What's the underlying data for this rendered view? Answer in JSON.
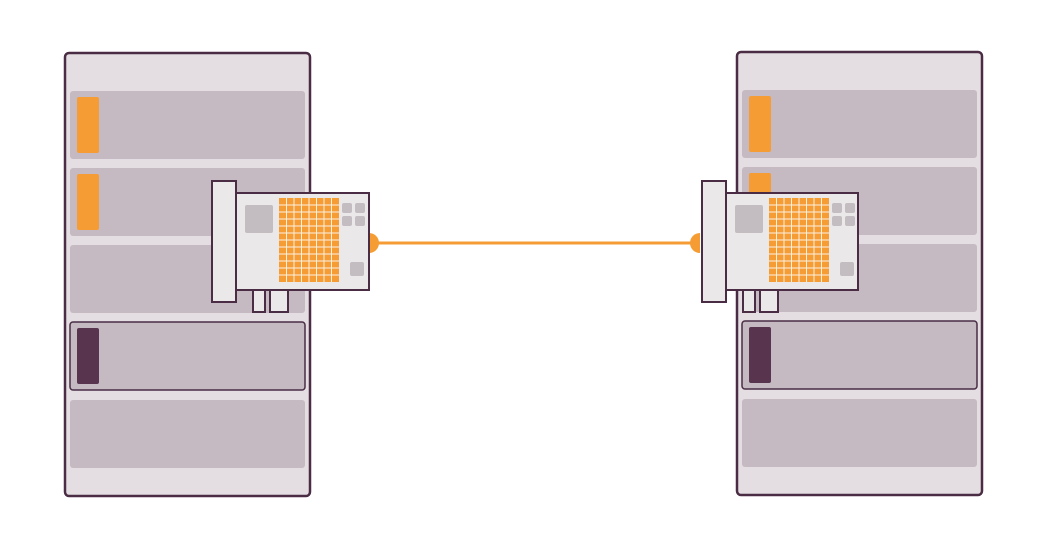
{
  "colors": {
    "background": "#ffffff",
    "outline": "#4a2d44",
    "cabinet": "#e4dee2",
    "slot": "#c5bac2",
    "accent": "#f59c35",
    "dark_led": "#58344f",
    "card_body": "#ebe8ea",
    "chip": "#c3bcc0"
  },
  "servers": [
    {
      "name": "left",
      "slots": [
        {
          "led": "accent",
          "selected": false
        },
        {
          "led": "accent",
          "selected": false
        },
        {
          "led": "none",
          "selected": false
        },
        {
          "led": "dark",
          "selected": true
        },
        {
          "led": "none",
          "selected": false
        }
      ],
      "card_icon": "network-card-icon"
    },
    {
      "name": "right",
      "slots": [
        {
          "led": "accent",
          "selected": false
        },
        {
          "led": "accent",
          "selected": false
        },
        {
          "led": "none",
          "selected": false
        },
        {
          "led": "dark",
          "selected": true
        },
        {
          "led": "none",
          "selected": false
        }
      ],
      "card_icon": "network-card-icon"
    }
  ],
  "link": {
    "type": "cable",
    "color": "accent"
  }
}
